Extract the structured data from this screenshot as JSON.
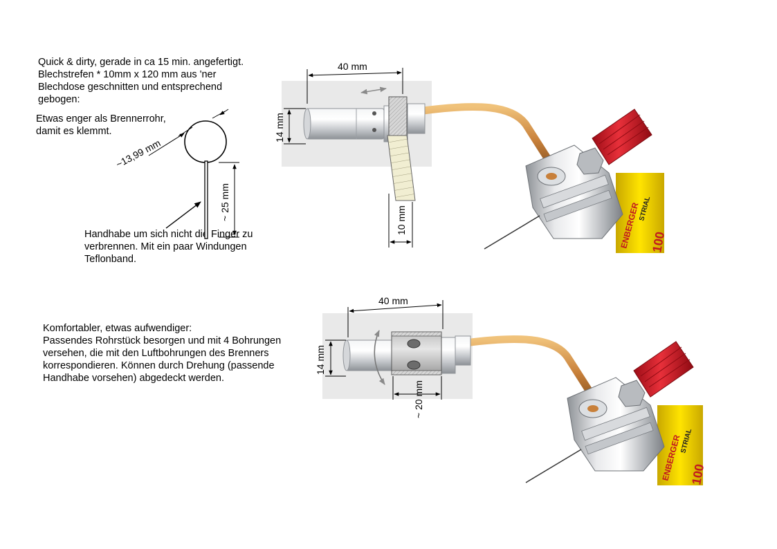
{
  "top": {
    "intro": "Quick & dirty, gerade in ca 15 min. angefertigt.\nBlechstrefen * 10mm x 120 mm aus 'ner\nBlechdose geschnitten und entsprechend\ngebogen:",
    "tighter_note": "Etwas enger als Brennerrohr,\ndamit es klemmt.",
    "ring_diameter": "~13,99 mm",
    "handle_length": "~ 25 mm",
    "handle_note": "Handhabe um sich nicht die Finger zu\nverbrennen. Mit ein paar Windungen\nTeflonband.",
    "dim_length": "40 mm",
    "dim_diameter": "14 mm",
    "dim_strip": "10 mm",
    "label_brand": "ENBERGER",
    "label_sub": "STRIAL",
    "label_num": "100"
  },
  "bottom": {
    "intro": "Komfortabler, etwas aufwendiger:\nPassendes Rohrstück besorgen und mit 4 Bohrungen\nversehen, die mit den Luftbohrungen des Brenners\nkorrespondieren. Können durch Drehung (passende\nHandhabe vorsehen) abgedeckt werden.",
    "dim_length": "40 mm",
    "dim_diameter": "14 mm",
    "dim_sleeve": "~ 20 mm",
    "label_brand": "ENBERGER",
    "label_sub": "STRIAL",
    "label_num": "100"
  },
  "colors": {
    "brass": "#c8803a",
    "cap_red": "#d8202a",
    "cartridge_yellow": "#f2d600",
    "chrome": "#c9ccd0",
    "dim_line": "#000000",
    "photo_bg": "#e9e9e9"
  }
}
